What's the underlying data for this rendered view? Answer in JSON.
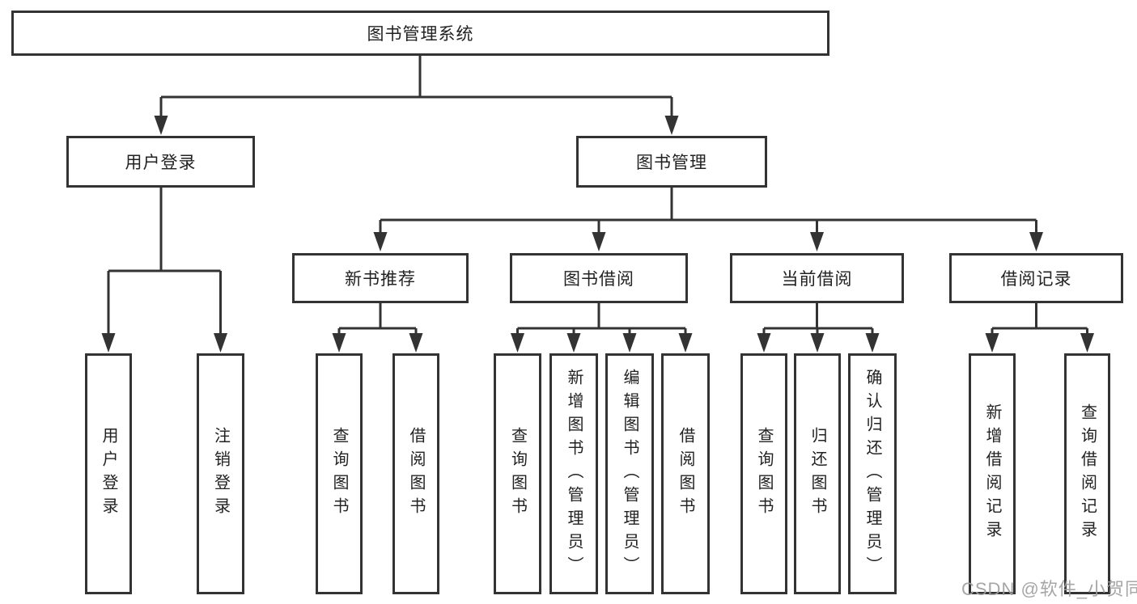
{
  "colors": {
    "line": "#333333",
    "box_border": "#333333",
    "text": "#222222",
    "watermark": "#9e9e9e",
    "background": "#ffffff"
  },
  "tree": {
    "root": "图书管理系统",
    "user_login_branch": {
      "label": "用户登录",
      "children": [
        "用户登录",
        "注销登录"
      ]
    },
    "book_mgmt_branch": {
      "label": "图书管理",
      "children": [
        {
          "label": "新书推荐",
          "children": [
            "查询图书",
            "借阅图书"
          ]
        },
        {
          "label": "图书借阅",
          "children": [
            "查询图书",
            "新增图书（管理员）",
            "编辑图书（管理员）",
            "借阅图书"
          ]
        },
        {
          "label": "当前借阅",
          "children": [
            "查询图书",
            "归还图书",
            "确认归还（管理员）"
          ]
        },
        {
          "label": "借阅记录",
          "children": [
            "新增借阅记录",
            "查询借阅记录"
          ]
        }
      ]
    }
  },
  "watermark": "CSDN @软件_小贺同学"
}
